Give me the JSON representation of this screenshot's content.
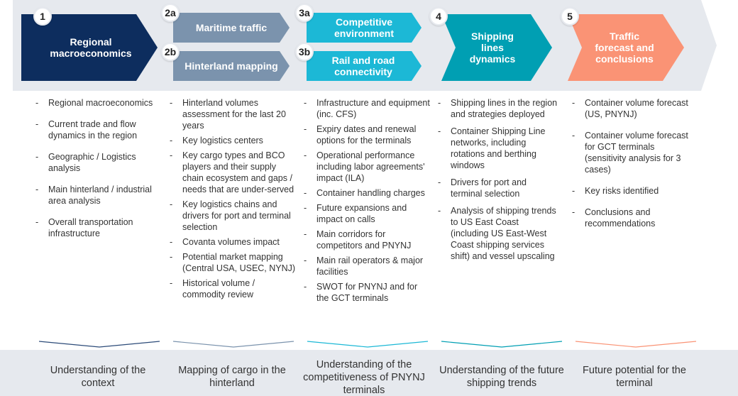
{
  "colors": {
    "navy": "#0d2d5e",
    "slate": "#7b93ad",
    "cyan": "#1cb8d6",
    "teal": "#009fb3",
    "salmon": "#fa9375",
    "band": "#e6e9ee"
  },
  "steps": [
    {
      "id": "1",
      "label": "Regional macroeconomics"
    },
    {
      "id": "2a",
      "label": "Maritime traffic"
    },
    {
      "id": "2b",
      "label": "Hinterland mapping"
    },
    {
      "id": "3a",
      "label": "Competitive environment"
    },
    {
      "id": "3b",
      "label": "Rail and road connectivity"
    },
    {
      "id": "4",
      "label": "Shipping lines dynamics"
    },
    {
      "id": "5",
      "label": "Traffic forecast and conclusions"
    }
  ],
  "columns": [
    {
      "items": [
        "Regional macroeconomics",
        "Current trade and flow dynamics in the region",
        "Geographic / Logistics analysis",
        "Main hinterland / industrial area analysis",
        "Overall transportation infrastructure"
      ]
    },
    {
      "items": [
        "Hinterland volumes assessment for the last 20 years",
        "Key logistics centers",
        "Key cargo types and BCO players and their supply chain ecosystem and gaps / needs that are under-served",
        "Key logistics chains and drivers for port and terminal selection",
        "Covanta volumes impact",
        "Potential market mapping (Central USA, USEC, NYNJ)",
        "Historical volume / commodity  review"
      ]
    },
    {
      "items": [
        "Infrastructure and equipment  (inc. CFS)",
        "Expiry dates and renewal options for the terminals",
        "Operational performance including labor agreements' impact (ILA)",
        "Container handling charges",
        "Future expansions and impact  on calls",
        "Main corridors for competitors  and PNYNJ",
        "Main rail operators & major facilities",
        "SWOT for PNYNJ and for the GCT terminals"
      ]
    },
    {
      "items": [
        "Shipping lines in the region and strategies deployed",
        "Container Shipping Line networks, including rotations and berthing windows",
        "Drivers for port and terminal selection",
        "Analysis of shipping trends to US East Coast (including US East-West Coast shipping services shift) and vessel upscaling"
      ]
    },
    {
      "items": [
        "Container volume forecast (US, PNYNJ)",
        "Container volume forecast for GCT terminals (sensitivity analysis for 3 cases)",
        "Key risks identified",
        "Conclusions and recommendations"
      ]
    }
  ],
  "outcomes": [
    "Understanding of the context",
    "Mapping of cargo in the hinterland",
    "Understanding of the competitiveness of PNYNJ terminals",
    "Understanding of the future shipping trends",
    "Future potential for the terminal"
  ]
}
